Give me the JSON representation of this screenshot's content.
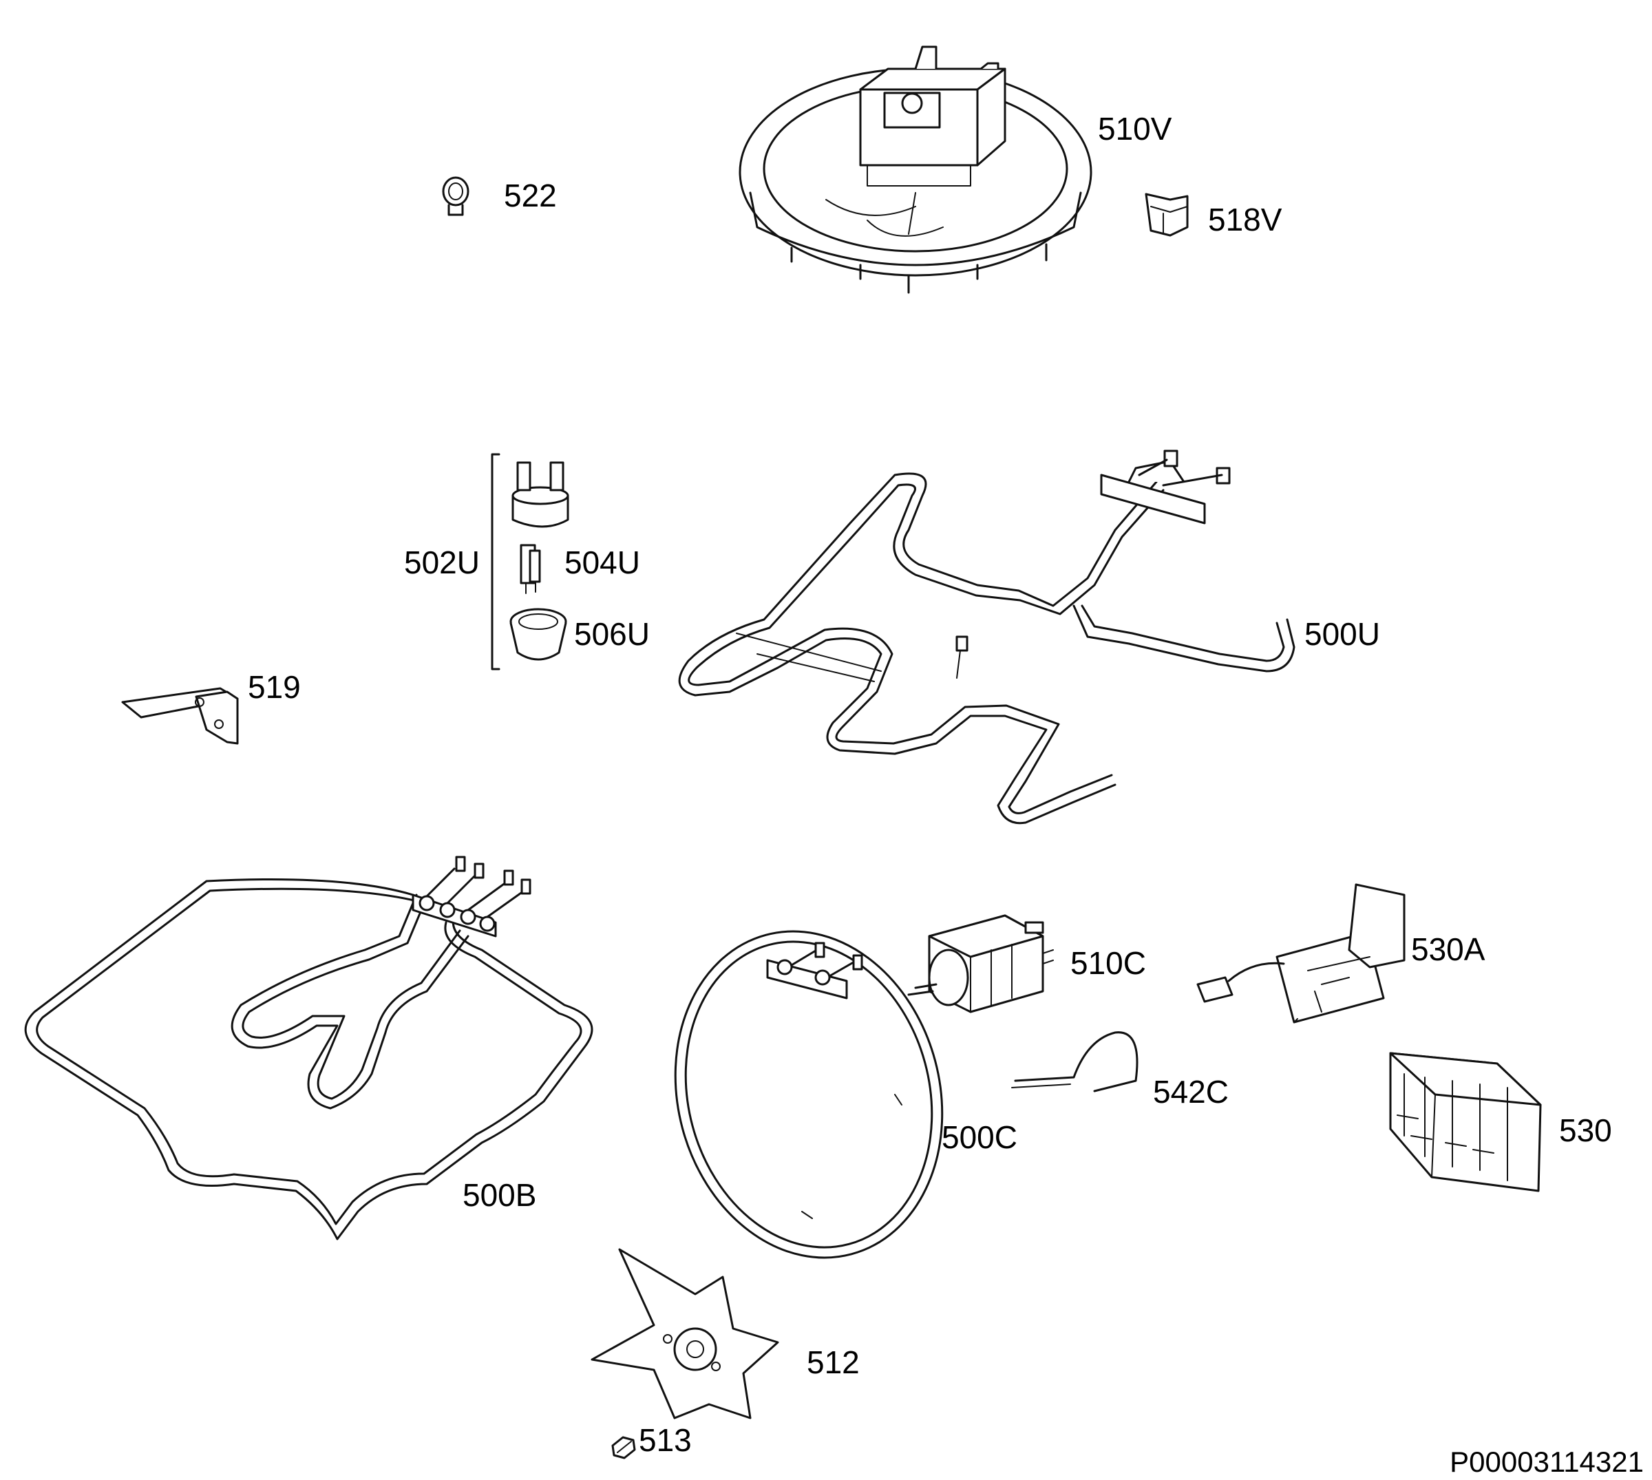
{
  "parts": [
    {
      "id": "p510V",
      "label": "510V",
      "icon": "convection-fan-motor-assembly-icon"
    },
    {
      "id": "p522",
      "label": "522",
      "icon": "clip-icon"
    },
    {
      "id": "p518V",
      "label": "518V",
      "icon": "bracket-icon"
    },
    {
      "id": "p502U",
      "label": "502U",
      "icon": "terminal-kit-bracket-icon"
    },
    {
      "id": "p504U",
      "label": "504U",
      "icon": "connector-icon"
    },
    {
      "id": "p506U",
      "label": "506U",
      "icon": "cap-icon"
    },
    {
      "id": "p500U",
      "label": "500U",
      "icon": "upper-heating-element-icon"
    },
    {
      "id": "p519",
      "label": "519",
      "icon": "mounting-bracket-icon"
    },
    {
      "id": "p500B",
      "label": "500B",
      "icon": "lower-heating-element-icon"
    },
    {
      "id": "p510C",
      "label": "510C",
      "icon": "fan-motor-icon"
    },
    {
      "id": "p530A",
      "label": "530A",
      "icon": "terminal-box-icon"
    },
    {
      "id": "p542C",
      "label": "542C",
      "icon": "wire-spring-icon"
    },
    {
      "id": "p500C",
      "label": "500C",
      "icon": "circular-heating-element-icon"
    },
    {
      "id": "p530",
      "label": "530",
      "icon": "terminal-block-icon"
    },
    {
      "id": "p512",
      "label": "512",
      "icon": "fan-blade-icon"
    },
    {
      "id": "p513",
      "label": "513",
      "icon": "nut-icon"
    }
  ],
  "drawing_code": "P00003114321"
}
